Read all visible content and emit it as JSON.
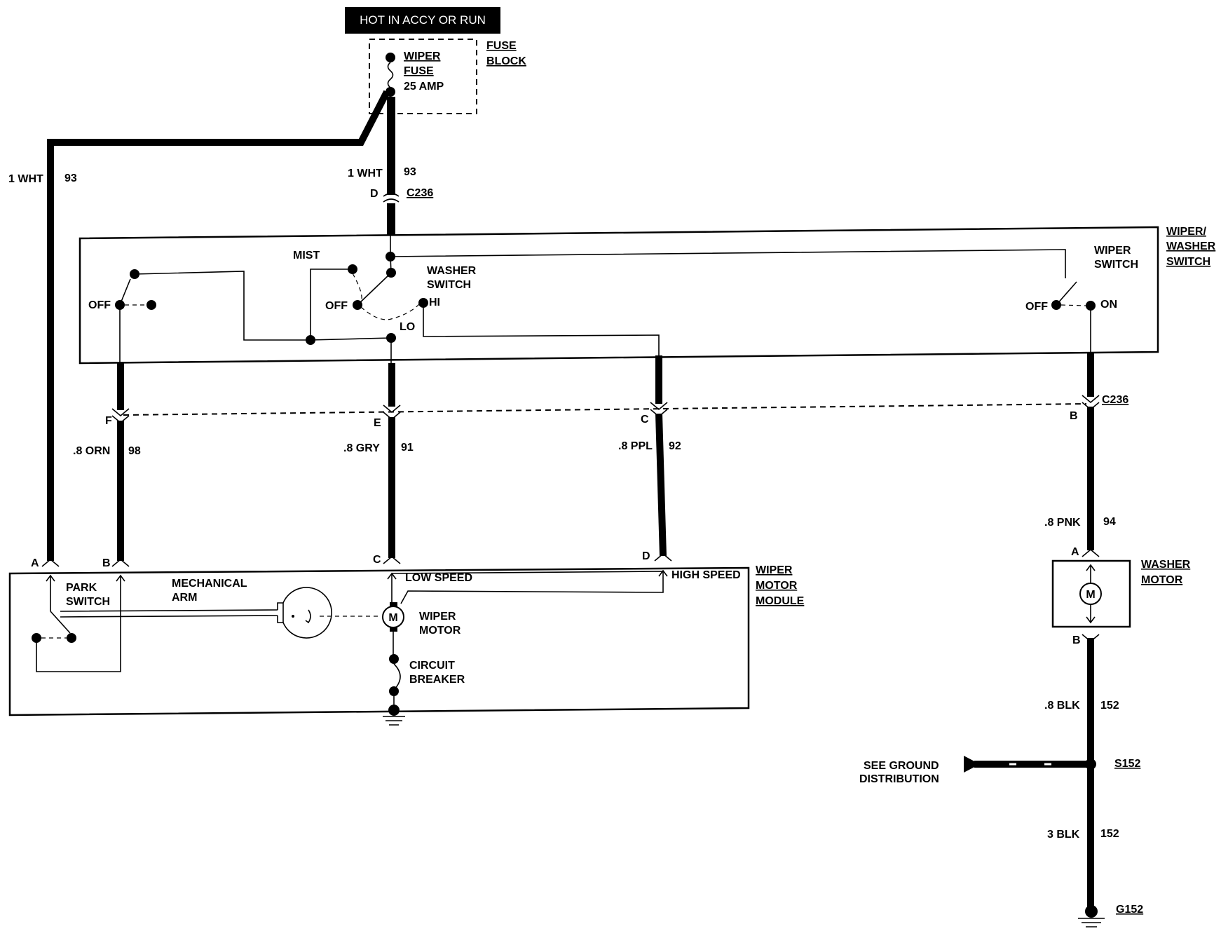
{
  "power": {
    "label": "HOT IN ACCY OR RUN"
  },
  "fuse_block": {
    "title_1": "FUSE",
    "title_2": "BLOCK",
    "fuse_1": "WIPER",
    "fuse_2": "FUSE",
    "fuse_3": "25 AMP"
  },
  "wires": {
    "left_feed": {
      "size": "1 WHT",
      "circuit": "93"
    },
    "center_feed": {
      "size": "1 WHT",
      "circuit": "93",
      "pin": "D",
      "connector": "C236"
    },
    "park": {
      "size": ".8 ORN",
      "circuit": "98",
      "pin_top": "F",
      "pin_bottom": "B"
    },
    "low": {
      "size": ".8 GRY",
      "circuit": "91",
      "pin_top": "E",
      "pin_bottom": "C"
    },
    "high": {
      "size": ".8 PPL",
      "circuit": "92",
      "pin_top": "C",
      "pin_bottom": "D"
    },
    "washer": {
      "size": ".8 PNK",
      "circuit": "94",
      "pin_top": "B",
      "connector": "C236",
      "pin_bottom": "A"
    },
    "motor_gnd": {
      "size": ".8 BLK",
      "circuit": "152",
      "pin": "B"
    },
    "main_gnd": {
      "size": "3 BLK",
      "circuit": "152"
    },
    "left_pin_bottom": "A"
  },
  "switch_box": {
    "title_1": "WIPER/",
    "title_2": "WASHER",
    "title_3": "SWITCH",
    "mist": "MIST",
    "off_left": "OFF",
    "off_center": "OFF",
    "washer_switch_1": "WASHER",
    "washer_switch_2": "SWITCH",
    "hi": "HI",
    "lo": "LO",
    "wiper_switch_1": "WIPER",
    "wiper_switch_2": "SWITCH",
    "off_right": "OFF",
    "on": "ON"
  },
  "motor_module": {
    "title_1": "WIPER",
    "title_2": "MOTOR",
    "title_3": "MODULE",
    "park_1": "PARK",
    "park_2": "SWITCH",
    "arm_1": "MECHANICAL",
    "arm_2": "ARM",
    "low_speed": "LOW SPEED",
    "high_speed": "HIGH SPEED",
    "motor_1": "WIPER",
    "motor_2": "MOTOR",
    "motor_symbol": "M",
    "cb_1": "CIRCUIT",
    "cb_2": "BREAKER"
  },
  "washer_motor": {
    "title_1": "WASHER",
    "title_2": "MOTOR",
    "symbol": "M"
  },
  "ground": {
    "see_1": "SEE GROUND",
    "see_2": "DISTRIBUTION",
    "splice": "S152",
    "ground_id": "G152"
  }
}
